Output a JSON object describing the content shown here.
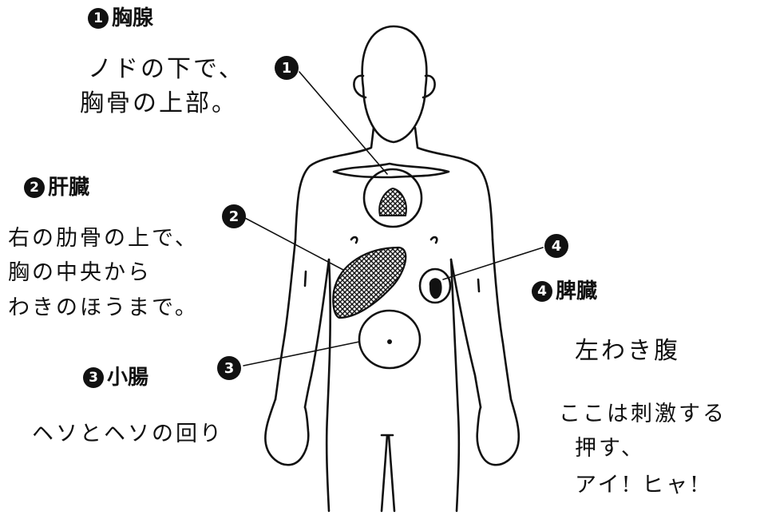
{
  "sections": [
    {
      "number": "1",
      "title": "胸腺",
      "note": [
        "ノドの下で、",
        "胸骨の上部。"
      ]
    },
    {
      "number": "2",
      "title": "肝臓",
      "note": [
        "右の肋骨の上で、",
        "胸の中央から",
        "わきのほうまで。"
      ]
    },
    {
      "number": "3",
      "title": "小腸",
      "note": [
        "ヘソとヘソの回り"
      ]
    },
    {
      "number": "4",
      "title": "脾臓",
      "note": [
        "左わき腹",
        "ここは刺激する",
        "押す、",
        "アイ!  ヒャ!"
      ]
    }
  ],
  "markers": [
    "1",
    "2",
    "3",
    "4"
  ],
  "colors": {
    "ink": "#111111",
    "paper": "#ffffff"
  }
}
